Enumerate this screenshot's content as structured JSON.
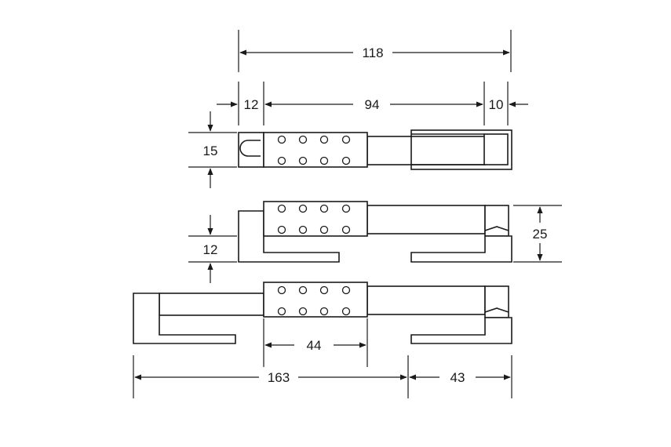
{
  "dimensions": {
    "overall_width": "118",
    "left_offset": "12",
    "middle_span": "94",
    "right_offset": "10",
    "height_closed": "15",
    "gap_middle": "12",
    "height_open": "25",
    "body_width": "44",
    "extended_length": "163",
    "clip_length": "43"
  },
  "colors": {
    "line": "#1a1a1a",
    "background": "#ffffff"
  }
}
